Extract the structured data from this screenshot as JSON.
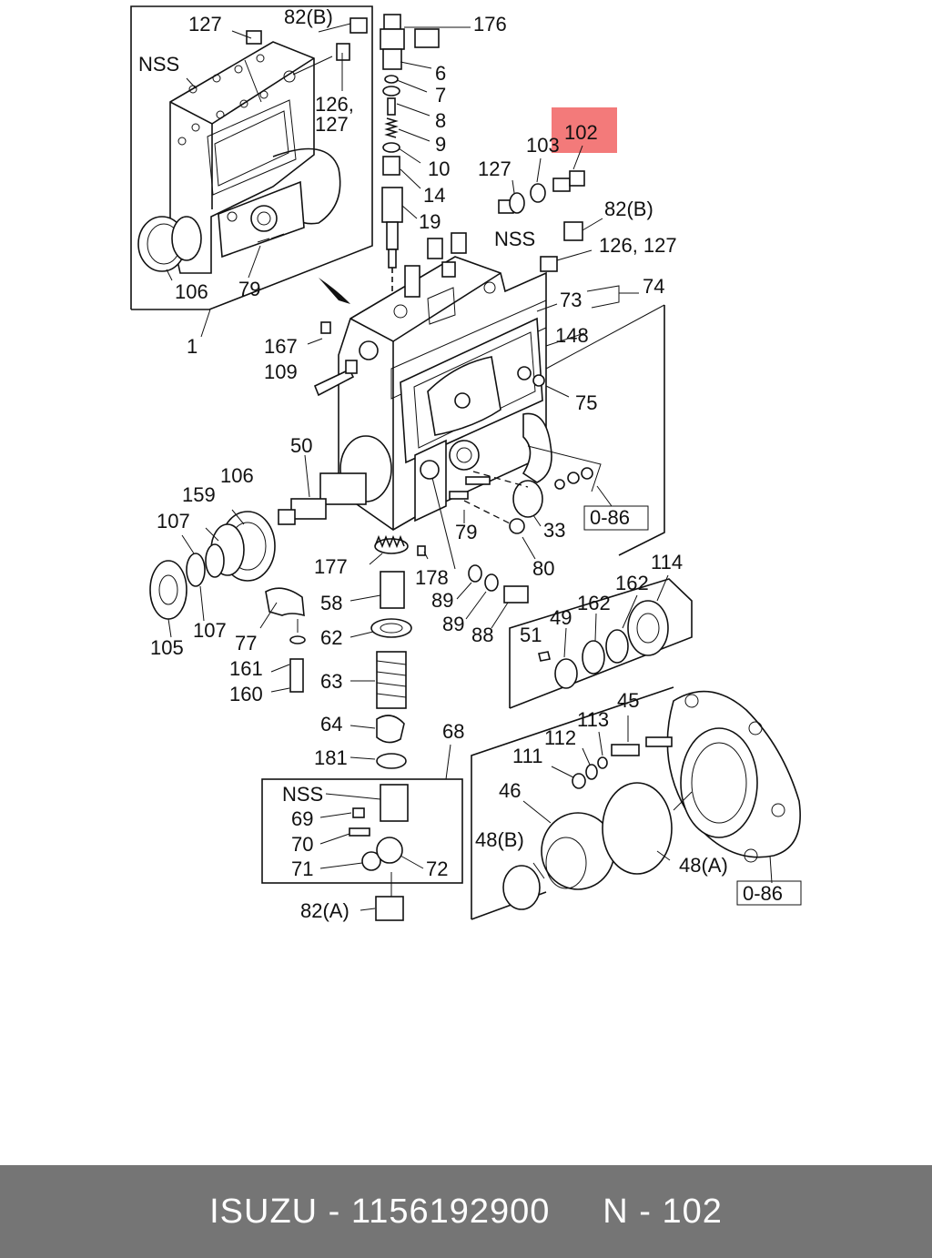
{
  "highlight": {
    "label": "102",
    "color": "#f26b6b"
  },
  "labels": {
    "l127a": "127",
    "l82Ba": "82(B)",
    "lNSSa": "NSS",
    "l126a": "126,",
    "l127b": "127",
    "l106a": "106",
    "l79a": "79",
    "l1": "1",
    "l176": "176",
    "l6": "6",
    "l7": "7",
    "l8": "8",
    "l9": "9",
    "l10": "10",
    "l14": "14",
    "l19": "19",
    "l103": "103",
    "l127c": "127",
    "l82Bb": "82(B)",
    "lNSSb": "NSS",
    "l126b": "126, 127",
    "l73": "73",
    "l74": "74",
    "l148": "148",
    "l75": "75",
    "l167": "167",
    "l109": "109",
    "l50": "50",
    "l106b": "106",
    "l159": "159",
    "l107a": "107",
    "l105": "105",
    "l107b": "107",
    "l79b": "79",
    "l33": "33",
    "l080": "0-86",
    "l80": "80",
    "l177": "177",
    "l178": "178",
    "l58": "58",
    "l62": "62",
    "l63": "63",
    "l64": "64",
    "l181": "181",
    "l77": "77",
    "l161": "161",
    "l160": "160",
    "l89a": "89",
    "l89b": "89",
    "l88": "88",
    "l114": "114",
    "l162a": "162",
    "l162b": "162",
    "l51": "51",
    "l49": "49",
    "l68": "68",
    "lNSSc": "NSS",
    "l69": "69",
    "l70": "70",
    "l71": "71",
    "l72": "72",
    "l82A": "82(A)",
    "l45": "45",
    "l113": "113",
    "l112": "112",
    "l111": "111",
    "l46": "46",
    "l48B": "48(B)",
    "l48A": "48(A)",
    "l086b": "0-86"
  },
  "footer": {
    "brand": "ISUZU",
    "sep1": " - ",
    "part_number": "1156192900",
    "gap": "     ",
    "variant": "N - 102"
  }
}
